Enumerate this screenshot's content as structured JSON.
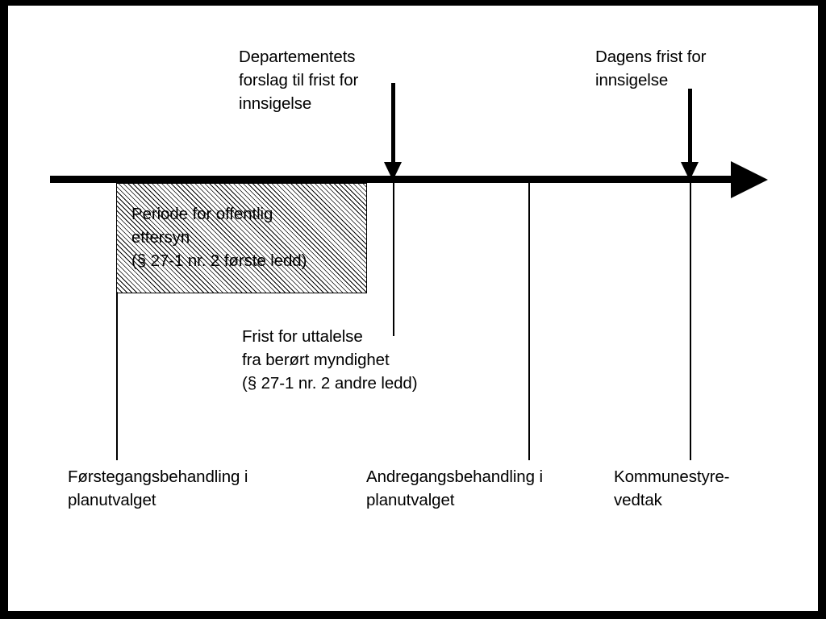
{
  "diagram": {
    "type": "timeline",
    "title_text": "",
    "colors": {
      "frame": "#000000",
      "canvas": "#ffffff",
      "ink": "#000000"
    },
    "axis": {
      "name": "main-timeline-axis",
      "direction": "left-to-right",
      "arrowhead": "right"
    },
    "callouts": [
      {
        "id": "departementets-forslag",
        "text": "Departementets\nforslag til frist for\ninnsigelse",
        "arrow": "down"
      },
      {
        "id": "dagens-frist",
        "text": "Dagens frist for\ninnsigelse",
        "arrow": "down"
      }
    ],
    "period_box": {
      "id": "periode-offentlig-ettersyn",
      "fill": "diagonal-hatch",
      "text": "Periode for offentlig\nettersyn\n(§ 27-1 nr. 2 første ledd)"
    },
    "annotations": [
      {
        "id": "frist-for-uttalelse",
        "text": "Frist for uttalelse\nfra berørt myndighet\n(§ 27-1 nr. 2 andre ledd)"
      }
    ],
    "milestones": [
      {
        "id": "forstegangsbehandling",
        "text": "Førstegangsbehandling i\nplanutvalget"
      },
      {
        "id": "andregangsbehandling",
        "text": "Andregangsbehandling i\nplanutvalget"
      },
      {
        "id": "kommunestyrevedtak",
        "text": "Kommunestyre-\nvedtak"
      }
    ]
  }
}
